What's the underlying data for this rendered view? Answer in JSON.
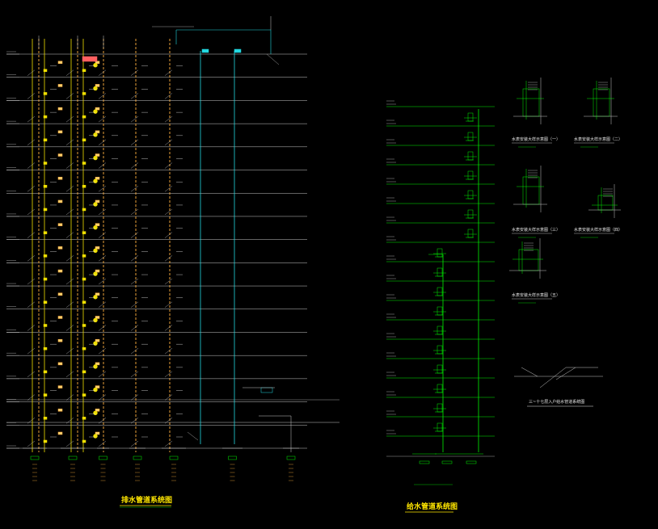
{
  "colors": {
    "background": "#000000",
    "floor_line": "#c8c8c8",
    "yellow_riser": "#f0e000",
    "orange_dash": "#ffb040",
    "cyan_riser": "#22d8e0",
    "green_riser": "#00f000",
    "label_white": "#e8e8e8",
    "title_yellow": "#ffe600"
  },
  "drawings": {
    "drainage_system": {
      "title": "排水管道系统图",
      "floor_count": 18
    },
    "supply_system": {
      "title": "给水管道系统图",
      "floor_count": 18
    },
    "details": [
      {
        "caption": "水表安装大样示意图（一）"
      },
      {
        "caption": "水表安装大样示意图（二）"
      },
      {
        "caption": "水表安装大样示意图（三）"
      },
      {
        "caption": "水表安装大样示意图（四）"
      },
      {
        "caption": "水表安装大样示意图（五）"
      }
    ],
    "entry_isometric": {
      "caption": "三~十七层入户给水管道系统图"
    }
  }
}
